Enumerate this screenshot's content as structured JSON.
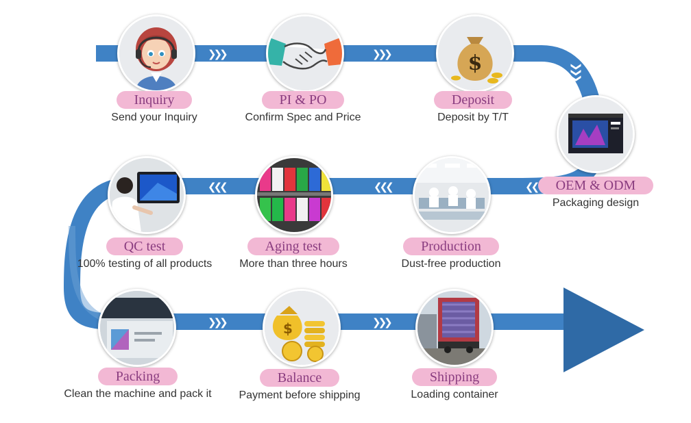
{
  "colors": {
    "band": "#3f82c5",
    "band_light": "#6ea2d6",
    "arrow_head": "#2f6aa6",
    "label_bg": "#f2b8d4",
    "label_text": "#8a3d80"
  },
  "steps": [
    {
      "label": "Inquiry",
      "desc": "Send your Inquiry",
      "icon": "customer-service-icon"
    },
    {
      "label": "PI & PO",
      "desc": "Confirm Spec and Price",
      "icon": "handshake-icon"
    },
    {
      "label": "Deposit",
      "desc": "Deposit by T/T",
      "icon": "money-bag-icon"
    },
    {
      "label": "OEM & ODM",
      "desc": "Packaging design",
      "icon": "packaging-box-icon"
    },
    {
      "label": "Production",
      "desc": "Dust-free production",
      "icon": "factory-icon"
    },
    {
      "label": "Aging test",
      "desc": "More than three hours",
      "icon": "monitors-rack-icon"
    },
    {
      "label": "QC test",
      "desc": "100% testing of all products",
      "icon": "inspector-icon"
    },
    {
      "label": "Packing",
      "desc": "Clean the machine and pack it",
      "icon": "boxed-machine-icon"
    },
    {
      "label": "Balance",
      "desc": "Payment before shipping",
      "icon": "gold-coins-icon"
    },
    {
      "label": "Shipping",
      "desc": "Loading container",
      "icon": "container-truck-icon"
    }
  ]
}
